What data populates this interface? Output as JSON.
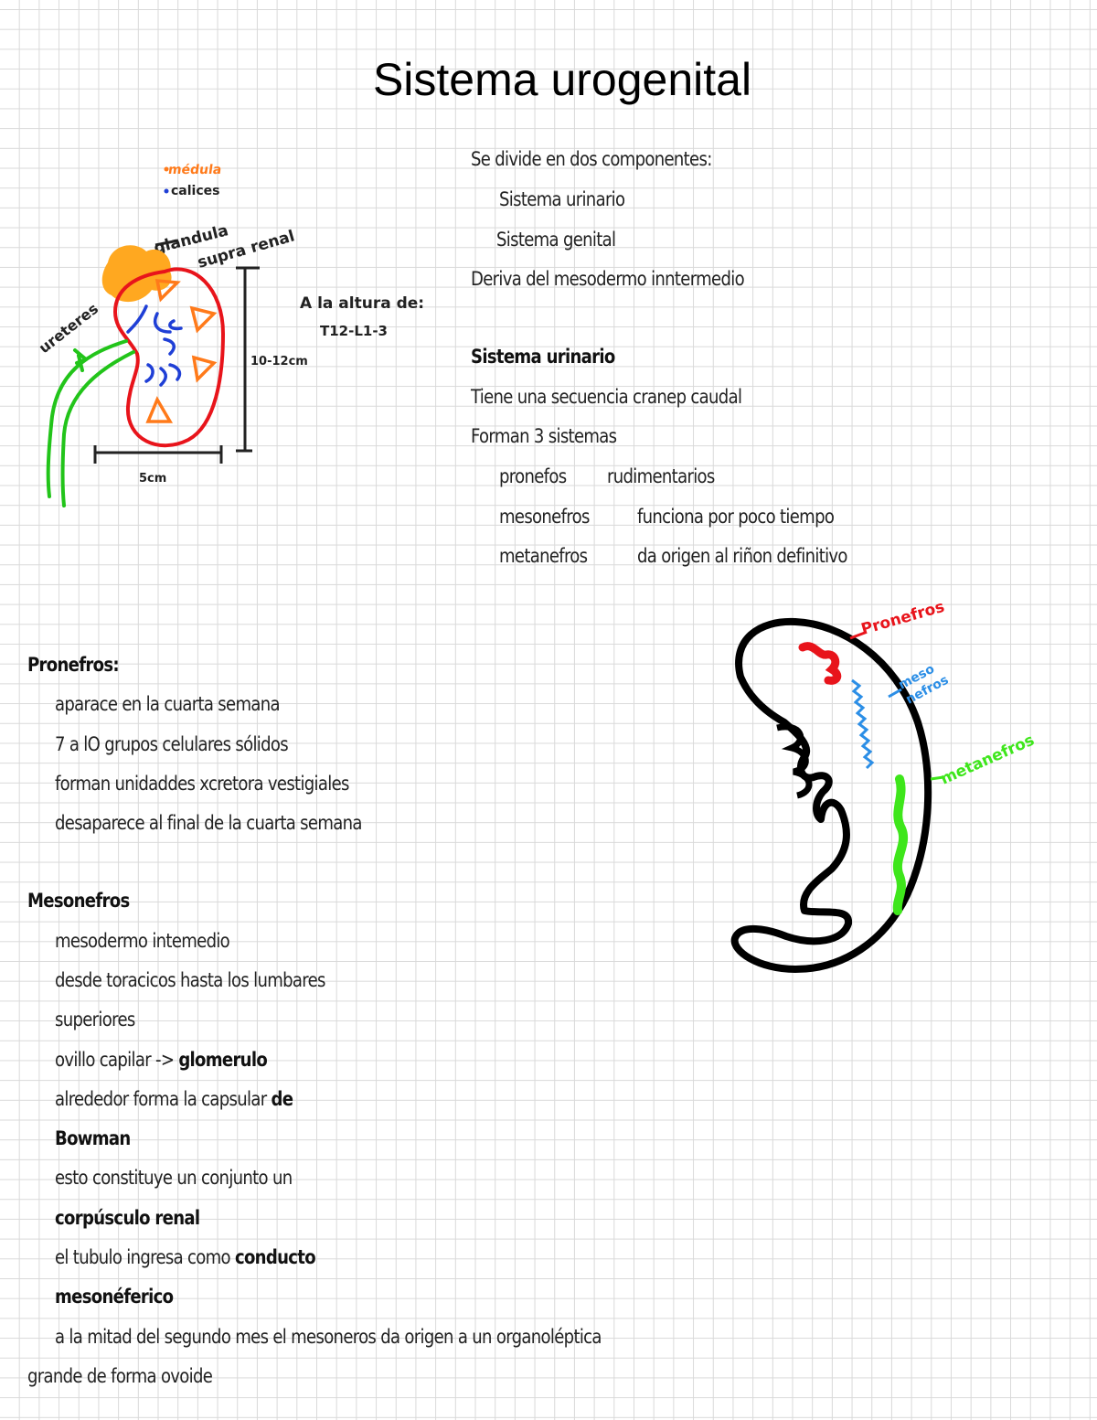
{
  "title": "Sistema urogenital",
  "intro": {
    "line1": "Se divide en dos componentes:",
    "line2": "Sistema urinario",
    "line3": "Sistema genital",
    "line4": "Deriva del mesodermo inntermedio"
  },
  "urinario": {
    "heading": "Sistema urinario",
    "line1": "Tiene una secuencia cranep caudal",
    "line2": "Forman 3 sistemas",
    "systems": [
      {
        "name": "pronefos",
        "desc": "rudimentarios"
      },
      {
        "name": "mesonefros",
        "desc": "funciona por poco tiempo"
      },
      {
        "name": "metanefros",
        "desc": "da origen al riñon definitivo"
      }
    ]
  },
  "pronefros": {
    "heading": "Pronefros:",
    "items": [
      "aparace en la cuarta semana",
      "7 a lO grupos celulares sólidos",
      "forman unidaddes xcretora vestigiales",
      "desaparece al final de la cuarta semana"
    ]
  },
  "mesonefros": {
    "heading": "Mesonefros",
    "l1": "mesodermo intemedio",
    "l2": "desde toracicos hasta los lumbares",
    "l3": "superiores",
    "l4_pre": "ovillo capilar -> ",
    "l4_bold": "glomerulo",
    "l5_pre": "alrededor forma la capsular ",
    "l5_bold": "de",
    "l6_bold": "Bowman",
    "l7": "esto constituye un conjunto un",
    "l8_bold": "corpúsculo renal",
    "l9_pre": "el tubulo ingresa como ",
    "l9_bold": "conducto",
    "l10_bold": "mesonéferico",
    "l11": "a la mitad del segundo mes el mesoneros da origen a un organoléptica",
    "l12": "grande de forma ovoide"
  },
  "kidney_sketch": {
    "legend_medula": "médula",
    "legend_calices": "calices",
    "gland_label_1": "glandula",
    "gland_label_2": "supra renal",
    "ureter_label": "ureteres",
    "height_label": "10-12cm",
    "width_label": "5cm",
    "level_label": "A la altura de:",
    "level_value": "T12-L1-3",
    "colors": {
      "capsule": "#e8141b",
      "medula": "#ff7a1a",
      "calices": "#1f3fd6",
      "ureter": "#22c41a",
      "gland": "#ffa820"
    }
  },
  "embryo_sketch": {
    "label_pronefros": "Pronefros",
    "label_meso_1": "meso",
    "label_meso_2": "nefros",
    "label_meta": "metanefros",
    "colors": {
      "pronefros": "#e8141b",
      "mesonefros": "#2b8ee6",
      "metanefros": "#3ee61b",
      "outline": "#000000"
    }
  }
}
